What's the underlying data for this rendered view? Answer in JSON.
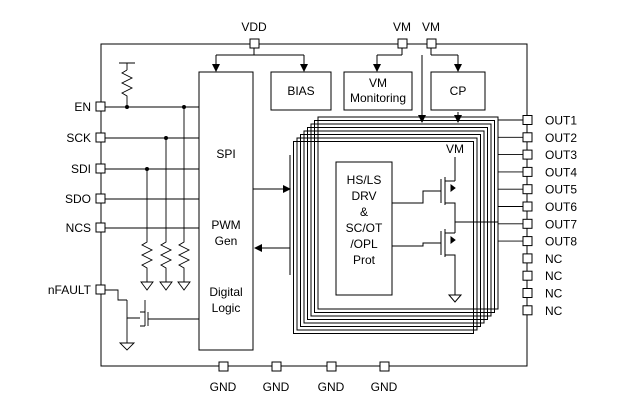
{
  "pins": {
    "top": [
      "VDD",
      "VM",
      "VM"
    ],
    "left": [
      "EN",
      "SCK",
      "SDI",
      "SDO",
      "NCS",
      "nFAULT"
    ],
    "right": [
      "OUT1",
      "OUT2",
      "OUT3",
      "OUT4",
      "OUT5",
      "OUT6",
      "OUT7",
      "OUT8",
      "NC",
      "NC",
      "NC",
      "NC"
    ],
    "bottom": [
      "GND",
      "GND",
      "GND",
      "GND"
    ]
  },
  "blocks": {
    "bias": "BIAS",
    "vm_monitoring": [
      "VM",
      "Monitoring"
    ],
    "cp": "CP",
    "logic": [
      "SPI",
      "PWM",
      "Gen",
      "Digital",
      "Logic"
    ],
    "driver": [
      "HS/LS",
      "DRV",
      "&",
      "SC/OT",
      "/OPL",
      "Prot"
    ],
    "driver_supply": "VM"
  }
}
